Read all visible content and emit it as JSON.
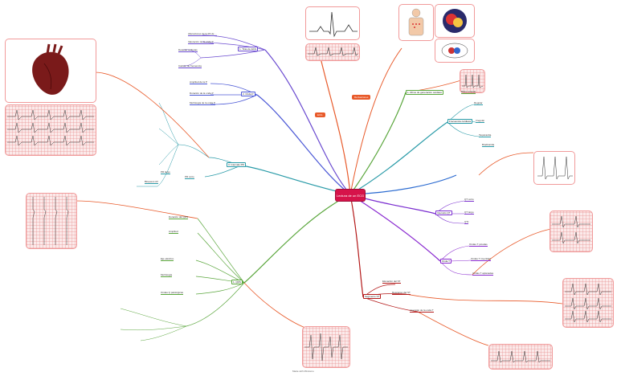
{
  "central": {
    "label": "Lectura de un ECG"
  },
  "branches": [
    {
      "id": "b1",
      "label": "1. Tiras de ECG",
      "color": "#6a4ad0",
      "children": [
        "Alteraciones de la PA de ...",
        "Valoración de la onda P",
        "Detectar arritmias",
        "Cálculo de frecuencia"
      ]
    },
    {
      "id": "b2",
      "label": "2. Onda P",
      "color": "#4b58d6",
      "children": [
        "Amplitud de la P",
        "Duración de la onda P",
        "Morfología de la onda P"
      ]
    },
    {
      "id": "b3",
      "label": "3. Intervalo PR",
      "color": "#2a9ba8",
      "children": [
        "PR corto",
        "PR largo",
        "Bloqueos AV"
      ]
    },
    {
      "id": "b4",
      "label": "1. QRS",
      "color": "#5aa63c",
      "children": [
        "Duración del QRS",
        "Amplitud",
        "Eje eléctrico",
        "Morfología",
        "Ondas Q patológicas"
      ]
    },
    {
      "id": "b5",
      "label": "Segmento ST",
      "color": "#b41a1a",
      "children": [
        "Elevación del ST",
        "Descenso del ST",
        "Inversión de la onda T"
      ]
    },
    {
      "id": "b6",
      "label": "Onda T",
      "color": "#8a2ad0",
      "children": [
        "Ondas T picudas",
        "Ondas T invertidas",
        "Ondas T aplanadas"
      ]
    },
    {
      "id": "b7",
      "label": "1. Ritmo de generación cardiaco",
      "color": "#5aa63c",
      "children": [
        "Ritmo sinusal"
      ]
    },
    {
      "id": "b8",
      "label": "Frecuencia cardiaca",
      "color": "#2a9ba8",
      "children": [
        "Regular",
        "Irregular",
        "Taquicardia",
        "Bradicardia"
      ]
    },
    {
      "id": "b9",
      "label": "Intervalo QT",
      "color": "#7b2fd0",
      "children": [
        "QT corto",
        "QT largo",
        "QTc"
      ]
    }
  ],
  "chips": {
    "left_marker": "ECG",
    "right_marker": "Derivaciones"
  },
  "images": {
    "heart": "Anatomía del corazón",
    "ecg_strip_left": "Ritmo sinusal normal",
    "ecg_12lead": "ECG 12 derivaciones",
    "ecg_bottom": "Taquicardia ventricular",
    "ecg_right_1": "Bloqueo AV",
    "ecg_right_2": "Fibrilación auricular",
    "ecg_bottom_right": "Ritmo regular",
    "torso": "Derivaciones precordiales",
    "wave_top": "Ondas P QRS T"
  },
  "footer": "Made with Mindomo"
}
